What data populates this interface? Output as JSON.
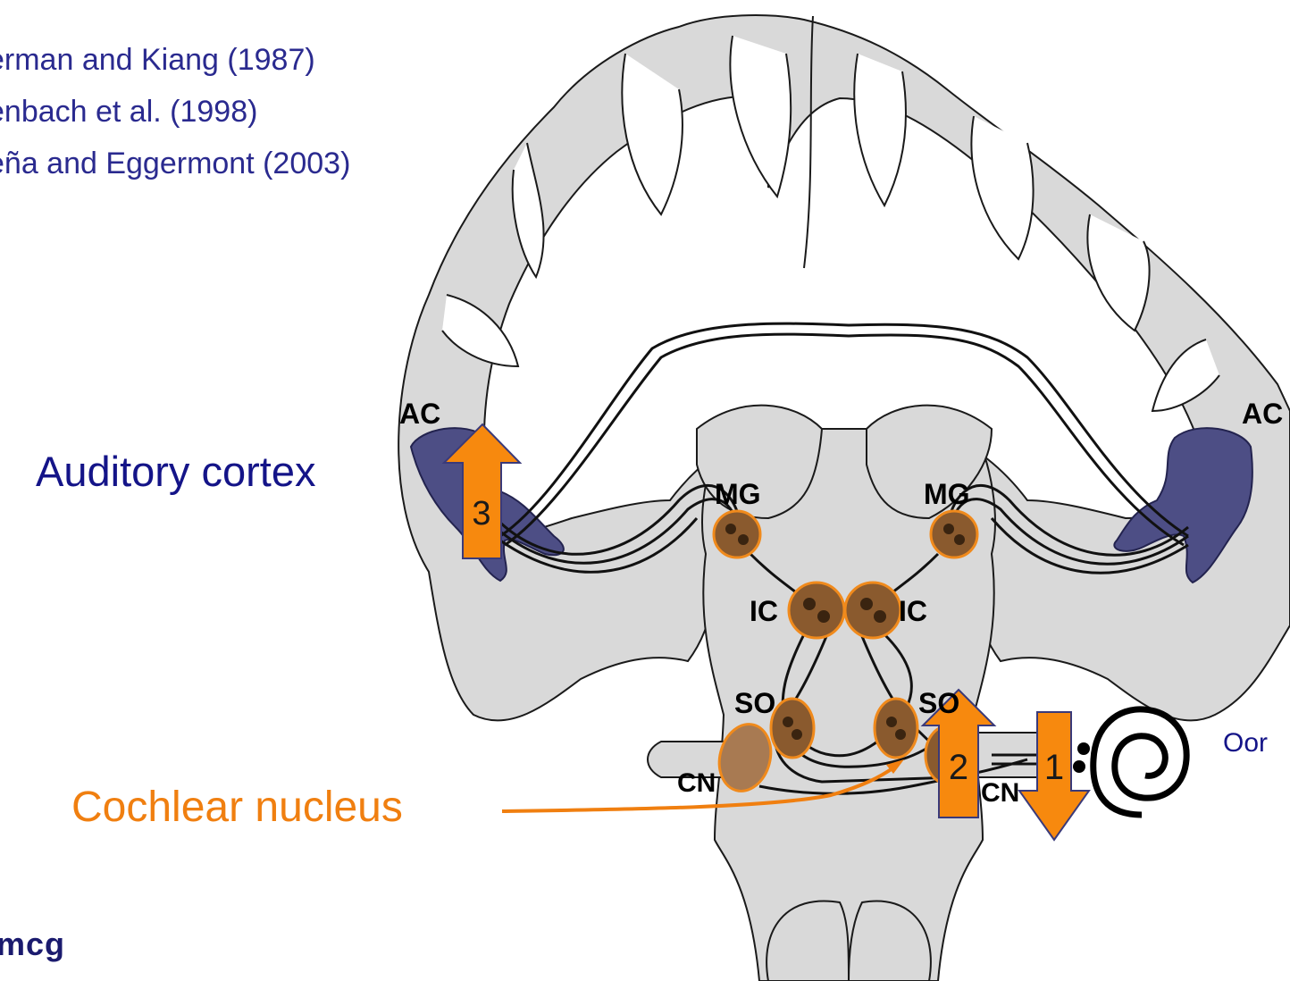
{
  "references": [
    "erman and Kiang (1987)",
    "enbach et al. (1998)",
    "eña and Eggermont (2003)"
  ],
  "callouts": {
    "auditory_cortex": "Auditory cortex",
    "cochlear_nucleus": "Cochlear nucleus",
    "ear": "Oor"
  },
  "structure_labels": {
    "ac_left": "AC",
    "ac_right": "AC",
    "mg_left": "MG",
    "mg_right": "MG",
    "ic_left": "IC",
    "ic_right": "IC",
    "so_left": "SO",
    "so_right": "SO",
    "cn_left": "CN",
    "cn_right": "CN"
  },
  "arrows": {
    "one": "1",
    "two": "2",
    "three": "3"
  },
  "logo": "mcg",
  "colors": {
    "brain_fill": "#d9d9d9",
    "cortex_fill": "#4d4e85",
    "nucleus_fill": "#8a5a2e",
    "nucleus_ring": "#f08a1c",
    "arrow_fill": "#f7890e",
    "arrow_stroke": "#3a3a7a",
    "reference_text": "#2a2a8f",
    "cochlear_label": "#f07f10"
  }
}
